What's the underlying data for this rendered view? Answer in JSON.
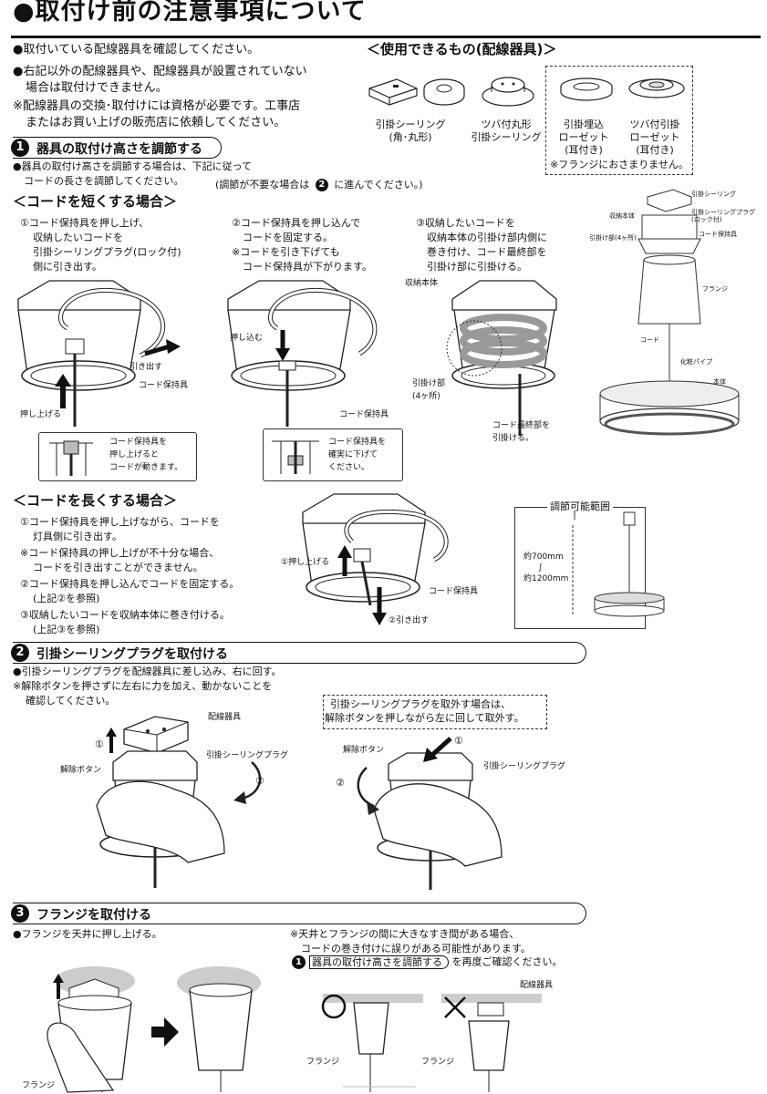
{
  "header": {
    "title": "●取付け前の注意事項について"
  },
  "intro": [
    "●取付いている配線器具を確認してください。",
    "●右記以外の配線器具や、配線器具が設置されていない",
    "場合は取付けできません。",
    "※配線器具の交換･取付けには資格が必要です。工事店",
    "またはお買い上げの販売店に依頼してください。"
  ],
  "usable": {
    "heading": "＜使用できるもの(配線器具)＞",
    "items": [
      {
        "l1": "引掛シーリング",
        "l2": "(角･丸形)"
      },
      {
        "l1": "ツバ付丸形",
        "l2": "引掛シーリング"
      },
      {
        "l1": "引掛埋込",
        "l2": "ローゼット",
        "l3": "(耳付き)"
      },
      {
        "l1": "ツバ付引掛",
        "l2": "ローゼット",
        "l3": "(耳付き)"
      }
    ],
    "note": "※フランジにおさまりません。"
  },
  "section1": {
    "num": "1",
    "title": "器具の取付け高さを調節する",
    "desc1": "●器具の取付け高さを調節する場合は、下記に従って",
    "desc2": "コードの長さを調節してください。",
    "desc3a": "(調節が不要な場合は",
    "desc3num": "2",
    "desc3b": "に進んでください。)",
    "short": {
      "heading": "＜コードを短くする場合＞",
      "step1": [
        "①コード保持具を押し上げ、",
        "収納したいコードを",
        "引掛シーリングプラグ(ロック付)",
        "側に引き出す。"
      ],
      "step2": [
        "②コード保持具を押し込んで",
        "コードを固定する。",
        "※コードを引き下げても",
        "コード保持具が下がります。"
      ],
      "step3": [
        "③収納したいコードを",
        "収納本体の引掛け部内側に",
        "巻き付け、コード最終部を",
        "引掛け部に引掛ける。"
      ],
      "fig1_pull": "引き出す",
      "fig1_holder": "コード保持具",
      "fig1_push": "押し上げる",
      "fig1_box": [
        "コード保持具を",
        "押し上げると",
        "コードが動きます。"
      ],
      "fig2_push": "押し込む",
      "fig2_holder": "コード保持具",
      "fig2_box": [
        "コード保持具を",
        "確実に下げて",
        "ください。"
      ],
      "fig3_body": "収納本体",
      "fig3_hook": [
        "引掛け部",
        "(4ヶ所)"
      ],
      "fig3_end": [
        "コード最終部を",
        "引掛ける。"
      ]
    },
    "exploded": {
      "ceiling": "引掛シーリング",
      "body": "収納本体",
      "plug": [
        "引掛シーリングプラグ",
        "(ロック付)"
      ],
      "hook": "引掛け部(4ヶ所)",
      "holder": "コード保持具",
      "flange": "フランジ",
      "cord": "コード",
      "pipe": "化粧パイプ",
      "lamp": "本体"
    },
    "long": {
      "heading": "＜コードを長くする場合＞",
      "lines": [
        "①コード保持具を押し上げながら、コードを",
        "灯具側に引き出す。",
        "※コード保持具の押し上げが不十分な場合、",
        "コードを引き出すことができません。",
        "②コード保持具を押し込んでコードを固定する。",
        "(上記②を参照)",
        "③収納したいコードを収納本体に巻き付ける。",
        "(上記③を参照)"
      ],
      "fig_push": "①押し上げる",
      "fig_holder": "コード保持具",
      "fig_pull": "②引き出す"
    },
    "range": {
      "title": "調節可能範囲",
      "l1": "約700mm",
      "l2": "∫",
      "l3": "約1200mm"
    }
  },
  "section2": {
    "num": "2",
    "title": "引掛シーリングプラグを取付ける",
    "desc1": "●引掛シーリングプラグを配線器具に差し込み、右に回す。",
    "desc2": "※解除ボタンを押さずに左右に力を加え、動かないことを",
    "desc3": "確認してください。",
    "note1": "引掛シーリングプラグを取外す場合は、",
    "note2": "解除ボタンを押しながら左に回して取外す。",
    "fig1_device": "配線器具",
    "fig1_plug": "引掛シーリングプラグ",
    "fig1_button": "解除ボタン",
    "n1": "①",
    "n2": "②",
    "fig2_button": "解除ボタン",
    "fig2_plug": "引掛シーリングプラグ"
  },
  "section3": {
    "num": "3",
    "title": "フランジを取付ける",
    "desc1": "●フランジを天井に押し上げる。",
    "note1": "※天井とフランジの間に大きなすき間がある場合、",
    "note2": "コードの巻き付けに誤りがある可能性があります。",
    "ref_num": "1",
    "ref_title": "器具の取付け高さを調節する",
    "note3": "を再度ご確認ください。",
    "flange": "フランジ",
    "device": "配線器具",
    "ok_flange": "フランジ",
    "ng_flange": "フランジ"
  }
}
